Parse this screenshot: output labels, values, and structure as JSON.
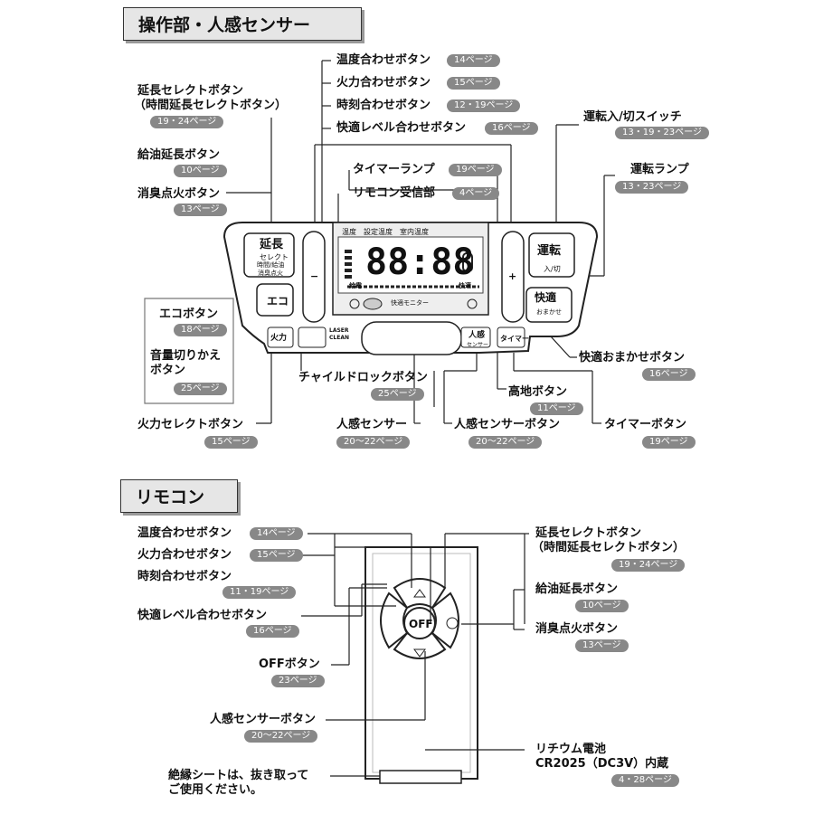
{
  "sections": {
    "panel": "操作部・人感センサー",
    "remote": "リモコン"
  },
  "panel": {
    "labels": {
      "temp": "温度合わせボタン",
      "fire": "火力合わせボタン",
      "clock": "時刻合わせボタン",
      "comfort_level": "快適レベル合わせボタン",
      "ext1": "延長セレクトボタン",
      "ext2": "（時間延長セレクトボタン）",
      "oil": "給油延長ボタン",
      "deodor": "消臭点火ボタン",
      "run_sw": "運転入/切スイッチ",
      "run_lamp": "運転ランプ",
      "timer_lamp": "タイマーランプ",
      "receiver": "リモコン受信部",
      "eco": "エコボタン",
      "vol1": "音量切りかえ",
      "vol2": "ボタン",
      "child": "チャイルドロックボタン",
      "fire_sel": "火力セレクトボタン",
      "motion": "人感センサー",
      "motion_btn": "人感センサーボタン",
      "highland": "高地ボタン",
      "comfort_auto": "快適おまかせボタン",
      "timer_btn": "タイマーボタン"
    },
    "pages": {
      "temp": "14ページ",
      "fire": "15ページ",
      "clock": "12・19ページ",
      "comfort_level": "16ページ",
      "ext": "19・24ページ",
      "oil": "10ページ",
      "deodor": "13ページ",
      "run_sw": "13・19・23ページ",
      "run_lamp": "13・23ページ",
      "timer_lamp": "19ページ",
      "receiver": "4ページ",
      "eco": "18ページ",
      "vol": "25ページ",
      "child": "25ページ",
      "fire_sel": "15ページ",
      "motion": "20～22ページ",
      "motion_btn": "20～22ページ",
      "highland": "11ページ",
      "comfort_auto": "16ページ",
      "timer_btn": "19ページ"
    },
    "device": {
      "ext_main": "延長",
      "ext_sub1": "セレクト",
      "ext_sub2": "時間/給油",
      "ext_sub3": "消臭点火",
      "run_main": "運転",
      "run_sub": "入/切",
      "comfort_main": "快適",
      "comfort_sub": "おまかせ",
      "eco": "エコ",
      "fire": "火力",
      "motion_main": "人感",
      "motion_sub": "センサー",
      "timer": "タイマー",
      "disp_header": "温度　設定温度　室内温度",
      "disp_digits": "88:88",
      "disp_low_l": "給電",
      "disp_low_r": "快適",
      "disp_monitor": "快適モニター",
      "minus": "−",
      "plus": "+",
      "brand": "LASER CLEAN"
    }
  },
  "remote": {
    "labels": {
      "temp": "温度合わせボタン",
      "fire": "火力合わせボタン",
      "clock": "時刻合わせボタン",
      "comfort_level": "快適レベル合わせボタン",
      "off": "OFFボタン",
      "motion": "人感センサーボタン",
      "sheet1": "絶縁シートは、抜き取って",
      "sheet2": "ご使用ください。",
      "ext1": "延長セレクトボタン",
      "ext2": "（時間延長セレクトボタン）",
      "oil": "給油延長ボタン",
      "deodor": "消臭点火ボタン",
      "battery1": "リチウム電池",
      "battery2": "CR2025（DC3V）内蔵"
    },
    "pages": {
      "temp": "14ページ",
      "fire": "15ページ",
      "clock": "11・19ページ",
      "comfort_level": "16ページ",
      "off": "23ページ",
      "motion": "20～22ページ",
      "ext": "19・24ページ",
      "oil": "10ページ",
      "deodor": "13ページ",
      "battery": "4・28ページ"
    },
    "device": {
      "off": "OFF"
    }
  }
}
